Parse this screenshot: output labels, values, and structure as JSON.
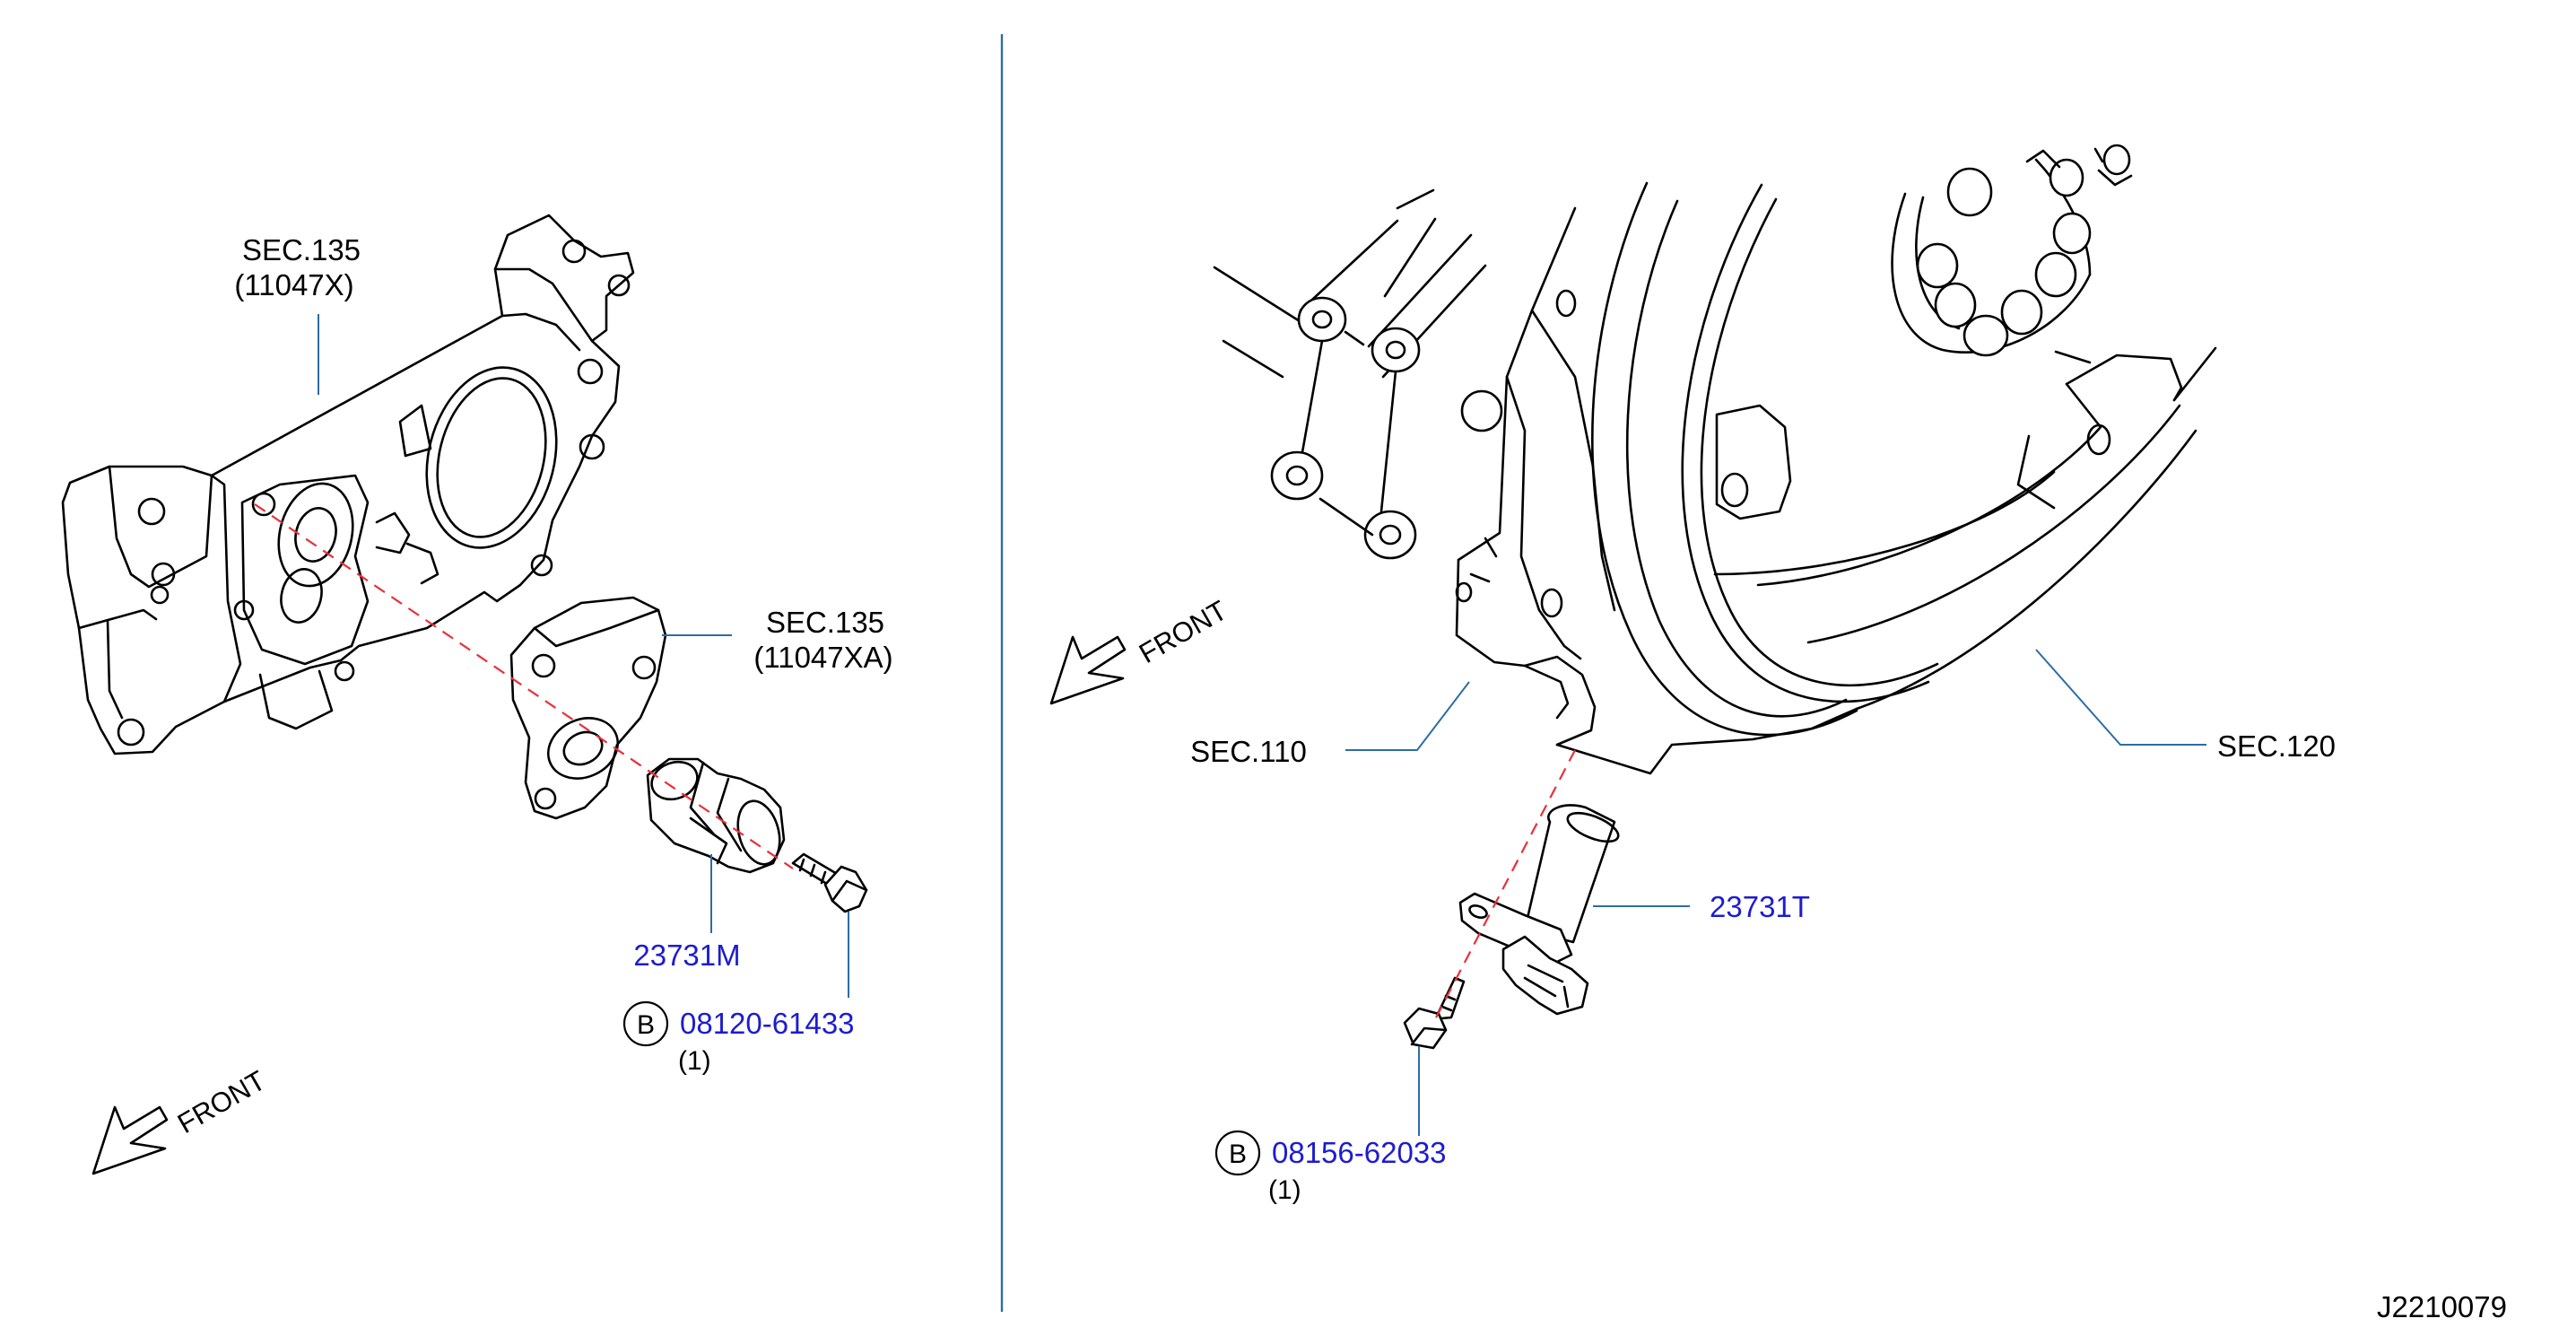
{
  "left": {
    "sec_135_a": {
      "title": "SEC.135",
      "code": "(11047X)"
    },
    "sec_135_b": {
      "title": "SEC.135",
      "code": "(11047XA)"
    },
    "sensor_part": "23731M",
    "bolt": {
      "badge": "B",
      "part": "08120-61433",
      "qty": "(1)"
    },
    "front": "FRONT"
  },
  "right": {
    "sec_110": "SEC.110",
    "sec_120": "SEC.120",
    "sensor_part": "23731T",
    "bolt": {
      "badge": "B",
      "part": "08156-62033",
      "qty": "(1)"
    },
    "front": "FRONT"
  },
  "figure_id": "J2210079",
  "colors": {
    "part_link": "#1c1cd0",
    "leader": "#2d6da3",
    "center_line": "#e8303a",
    "divider": "#2d6da3"
  }
}
